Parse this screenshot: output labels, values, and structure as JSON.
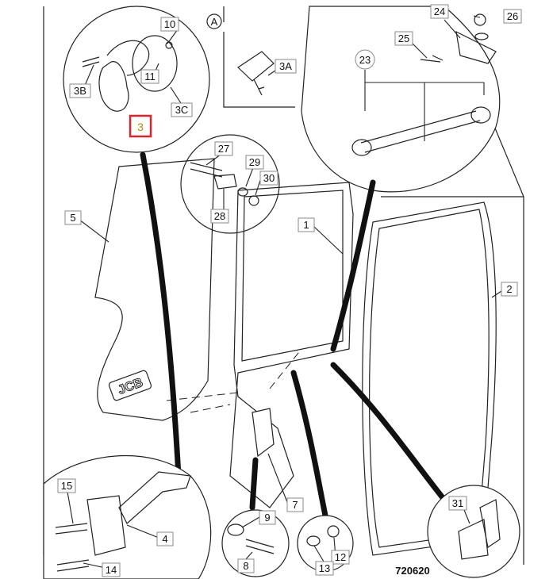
{
  "diagram": {
    "section_label": "A",
    "figure_number": "720620",
    "logo_text": "JCB",
    "highlight_color": "#d9262c",
    "highlight_text_color": "#b8860b",
    "callouts": {
      "c1": "1",
      "c2": "2",
      "c3": "3",
      "c3a": "3A",
      "c3b": "3B",
      "c3c": "3C",
      "c4": "4",
      "c5": "5",
      "c7": "7",
      "c8": "8",
      "c9": "9",
      "c10": "10",
      "c11": "11",
      "c12": "12",
      "c13": "13",
      "c14": "14",
      "c15": "15",
      "c23": "23",
      "c24": "24",
      "c25": "25",
      "c26": "26",
      "c27": "27",
      "c28": "28",
      "c29": "29",
      "c30": "30",
      "c31": "31"
    }
  }
}
